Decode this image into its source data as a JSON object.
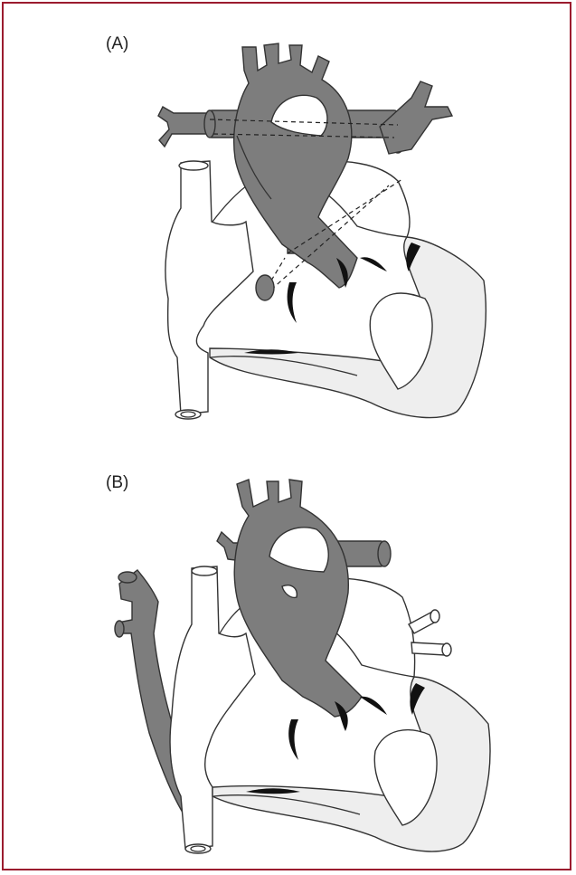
{
  "figure": {
    "panel_a_label": "(A)",
    "panel_b_label": "(B)",
    "colors": {
      "border": "#9b1b2e",
      "vessel_dark": "#7d7d7d",
      "chamber_light": "#eeeeee",
      "outline": "#333333",
      "valve": "#111111"
    },
    "icons": [
      "heart-diagram-a",
      "heart-diagram-b"
    ]
  }
}
